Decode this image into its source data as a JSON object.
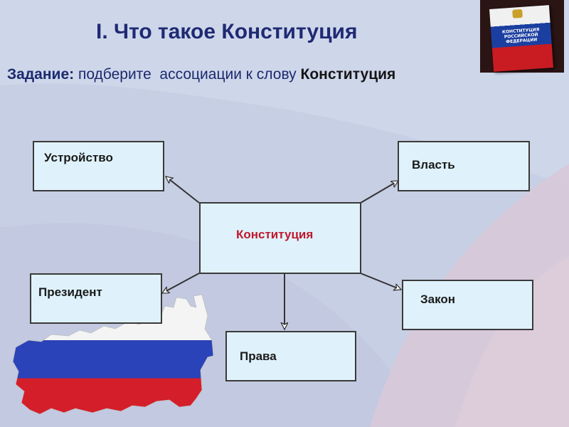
{
  "slide": {
    "title": "I. Что такое Конституция",
    "task_label": "Задание:",
    "task_text": " подберите  ассоциации к слову ",
    "task_keyword": "Конституция"
  },
  "book": {
    "cover_text": "КОНСТИТУЦИЯ РОССИЙСКОЙ ФЕДЕРАЦИИ"
  },
  "diagram": {
    "center": "Конституция",
    "nodes": [
      "Устройство",
      "Власть",
      "Президент",
      "Закон",
      "Права"
    ]
  },
  "colors": {
    "title": "#1f2a73",
    "center_text": "#c0172c",
    "box_fill": "#dff2fb",
    "flag_white": "#ffffff",
    "flag_blue": "#2a43b8",
    "flag_red": "#d41e2a"
  }
}
